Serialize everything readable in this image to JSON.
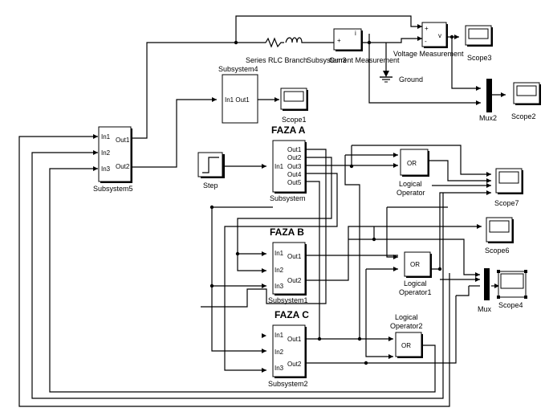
{
  "headers": {
    "faza_a": "FAZA  A",
    "faza_b": "FAZA B",
    "faza_c": "FAZA C"
  },
  "blocks": {
    "series_rlc": "Series RLC Branch",
    "subsystem3": "Subsystem3",
    "current_measurement": "Current Measurement",
    "voltage_measurement": "Voltage Measurement",
    "ground": "Ground",
    "scope3": "Scope3",
    "scope2": "Scope2",
    "mux2": "Mux2",
    "subsystem4": "Subsystem4",
    "scope1": "Scope1",
    "subsystem5": "Subsystem5",
    "step": "Step",
    "subsystem": "Subsystem",
    "logical_operator": "Logical\nOperator",
    "scope7": "Scope7",
    "scope6": "Scope6",
    "subsystem1": "Subsystem1",
    "logical_operator1": "Logical\nOperator1",
    "mux": "Mux",
    "scope4": "Scope4",
    "subsystem2": "Subsystem2",
    "logical_operator2": "Logical\nOperator2"
  },
  "ports": {
    "in1": "In1",
    "in2": "In2",
    "in3": "In3",
    "out1": "Out1",
    "out2": "Out2",
    "out3": "Out3",
    "out4": "Out4",
    "out5": "Out5",
    "in1_out1": "In1 Out1",
    "or": "OR",
    "plus": "+",
    "minus": "-",
    "v": "v",
    "i": "i"
  }
}
